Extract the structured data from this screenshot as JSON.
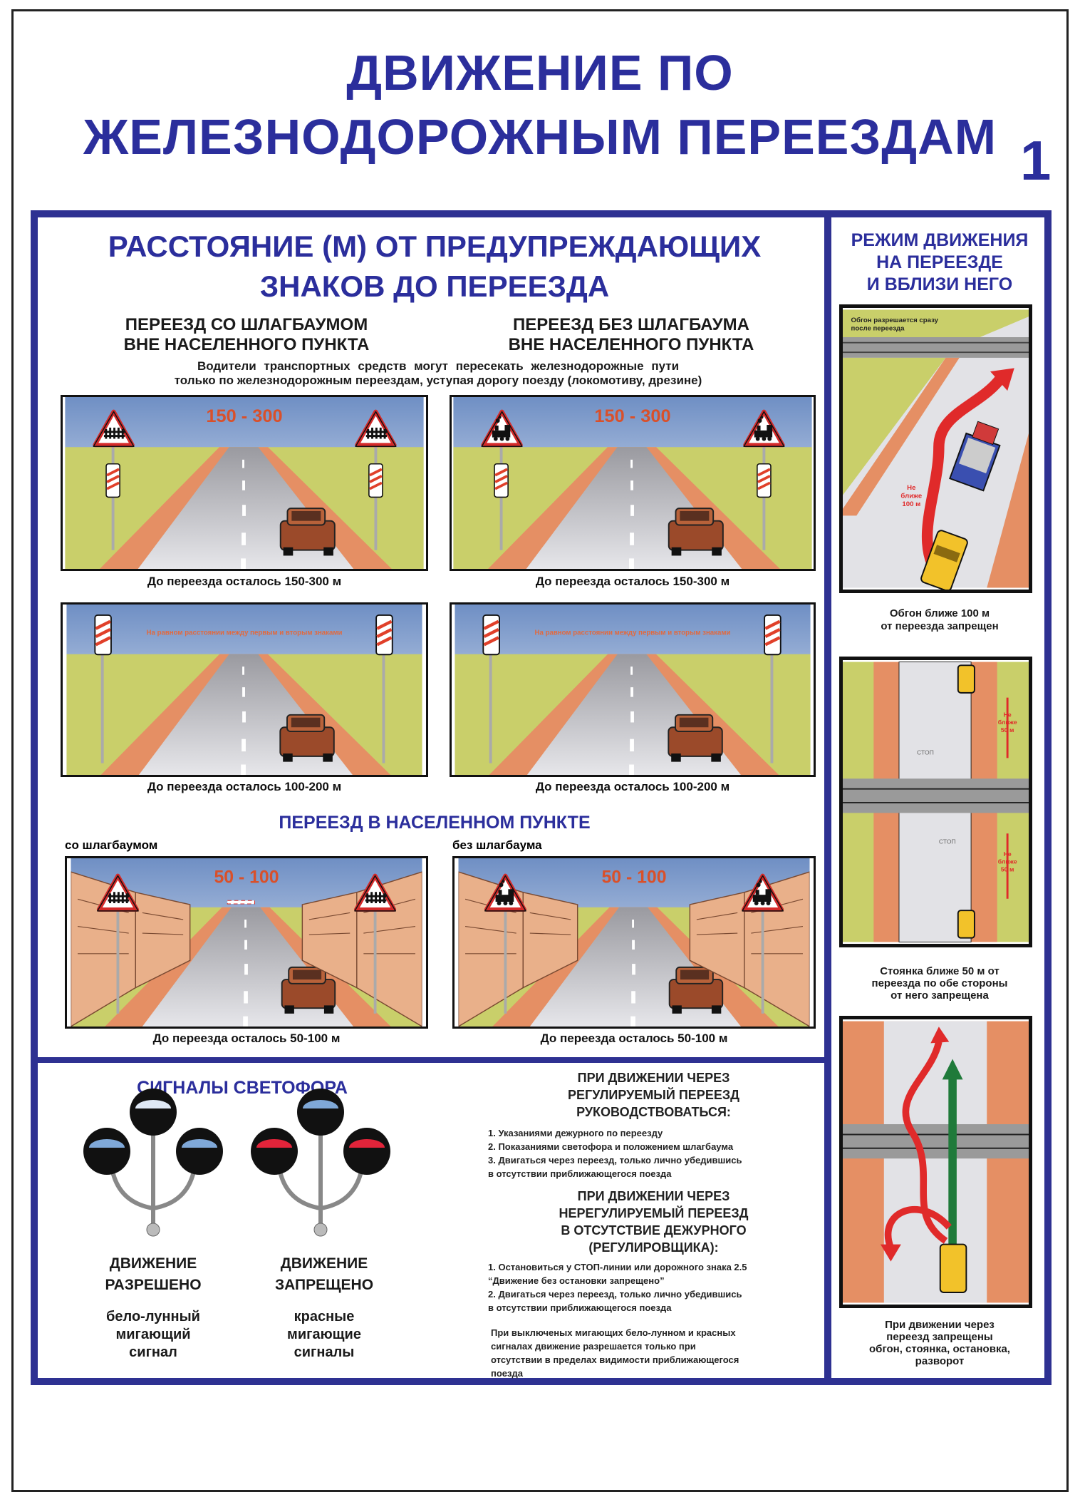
{
  "title": {
    "line1": "ДВИЖЕНИЕ ПО",
    "line2": "ЖЕЛЕЗНОДОРОЖНЫМ ПЕРЕЕЗДАМ",
    "page_number": "1"
  },
  "distance_section": {
    "heading_line1": "РАССТОЯНИЕ (М) ОТ ПРЕДУПРЕЖДАЮЩИХ",
    "heading_line2": "ЗНАКОВ ДО ПЕРЕЕЗДА",
    "left_sub_line1": "ПЕРЕЕЗД СО ШЛАГБАУМОМ",
    "left_sub_line2": "ВНЕ НАСЕЛЕННОГО ПУНКТА",
    "right_sub_line1": "ПЕРЕЕЗД БЕЗ ШЛАГБАУМА",
    "right_sub_line2": "ВНЕ НАСЕЛЕННОГО ПУНКТА",
    "drivers_line1": "Водители транспортных средств могут пересекать железнодорожные пути",
    "drivers_line2": "только по железнодорожным переездам, уступая дорогу поезду (локомотиву, дрезине)",
    "row1_distance": "150 - 300",
    "row1_caption": "До переезда осталось 150-300 м",
    "row2_banner": "На равном расстоянии между первым и вторым знаками",
    "row2_caption": "До переезда осталось 100-200 м",
    "town_heading": "ПЕРЕЕЗД В НАСЕЛЕННОМ ПУНКТЕ",
    "town_left_label": "со шлагбаумом",
    "town_right_label": "без шлагбаума",
    "row3_distance": "50 - 100",
    "row3_caption": "До переезда осталось 50-100 м"
  },
  "signals": {
    "heading": "СИГНАЛЫ СВЕТОФОРА",
    "allowed": {
      "line1": "ДВИЖЕНИЕ",
      "line2": "РАЗРЕШЕНО",
      "desc1": "бело-лунный",
      "desc2": "мигающий",
      "desc3": "сигнал",
      "lens_color": "#dfe8f5"
    },
    "forbidden": {
      "line1": "ДВИЖЕНИЕ",
      "line2": "ЗАПРЕЩЕНО",
      "desc1": "красные",
      "desc2": "мигающие",
      "desc3": "сигналы",
      "lens_color": "#e2243a"
    }
  },
  "rules": {
    "regulated_heading": [
      "ПРИ ДВИЖЕНИИ ЧЕРЕЗ",
      "РЕГУЛИРУЕМЫЙ ПЕРЕЕЗД",
      "РУКОВОДСТВОВАТЬСЯ:"
    ],
    "regulated_items": [
      "1. Указаниями дежурного по переезду",
      "2. Показаниями светофора и положением шлагбаума",
      "3. Двигаться через переезд, только лично убедившись",
      "в отсутствии приближающегося поезда"
    ],
    "unregulated_heading": [
      "ПРИ ДВИЖЕНИИ ЧЕРЕЗ",
      "НЕРЕГУЛИРУЕМЫЙ ПЕРЕЕЗД",
      "В ОТСУТСТВИЕ ДЕЖУРНОГО",
      "(РЕГУЛИРОВЩИКА):"
    ],
    "unregulated_items": [
      "1. Остановиться у СТОП-линии или дорожного знака 2.5",
      "“Движение без остановки запрещено”",
      "2. Двигаться через переезд, только лично убедившись",
      "в отсутствии приближающегося поезда"
    ],
    "note": [
      "При выключеных мигающих бело-лунном и красных",
      "сигналах движение разрешается только при",
      "отсутствии в пределах видимости приближающегося",
      "поезда"
    ]
  },
  "mode": {
    "heading": [
      "РЕЖИМ ДВИЖЕНИЯ",
      "НА ПЕРЕЕЗДЕ",
      "И ВБЛИЗИ НЕГО"
    ],
    "img1_note": [
      "Обгон разрешается сразу",
      "после переезда"
    ],
    "img1_distance": [
      "Не",
      "ближе",
      "100 м"
    ],
    "caption1": [
      "Обгон ближе 100 м",
      "от переезда запрещен"
    ],
    "img2_distance": [
      "Не",
      "ближе",
      "50 м"
    ],
    "img2_stop": "СТОП",
    "caption2": [
      "Стоянка ближе 50 м от",
      "переезда по обе стороны",
      "от него запрещена"
    ],
    "caption3": [
      "При движении через",
      "переезд запрещены",
      "обгон, стоянка, остановка,",
      "разворот"
    ]
  },
  "colors": {
    "brand_blue": "#2e3192",
    "distance_red": "#d9502a"
  }
}
